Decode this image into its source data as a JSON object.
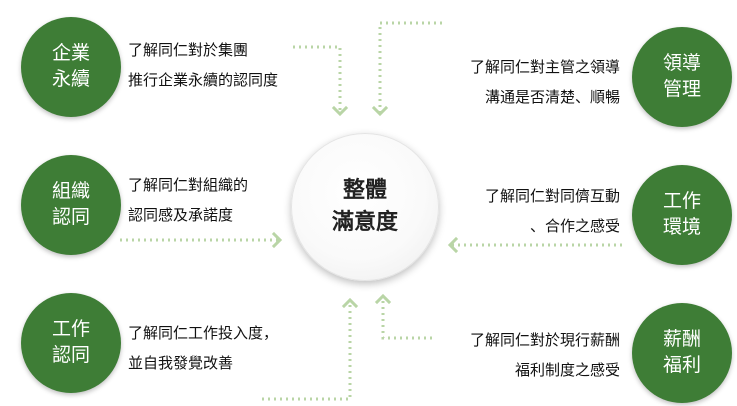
{
  "center": {
    "label": "整體\n滿意度"
  },
  "nodes": {
    "enterprise": {
      "label": "企業\n永續",
      "desc": "了解同仁對於集團\n推行企業永續的認同度"
    },
    "organization": {
      "label": "組織\n認同",
      "desc": "了解同仁對組織的\n認同感及承諾度"
    },
    "work": {
      "label": "工作\n認同",
      "desc": "了解同仁工作投入度，\n並自我發覺改善"
    },
    "leadership": {
      "label": "領導\n管理",
      "desc": "了解同仁對主管之領導\n溝通是否清楚、順暢"
    },
    "environment": {
      "label": "工作\n環境",
      "desc": "了解同仁對同儕互動\n、合作之感受"
    },
    "compensation": {
      "label": "薪酬\n福利",
      "desc": "了解同仁對於現行薪酬\n福利制度之感受"
    }
  },
  "colors": {
    "node": "#3e7d36",
    "connector": "#b9d5a6"
  }
}
